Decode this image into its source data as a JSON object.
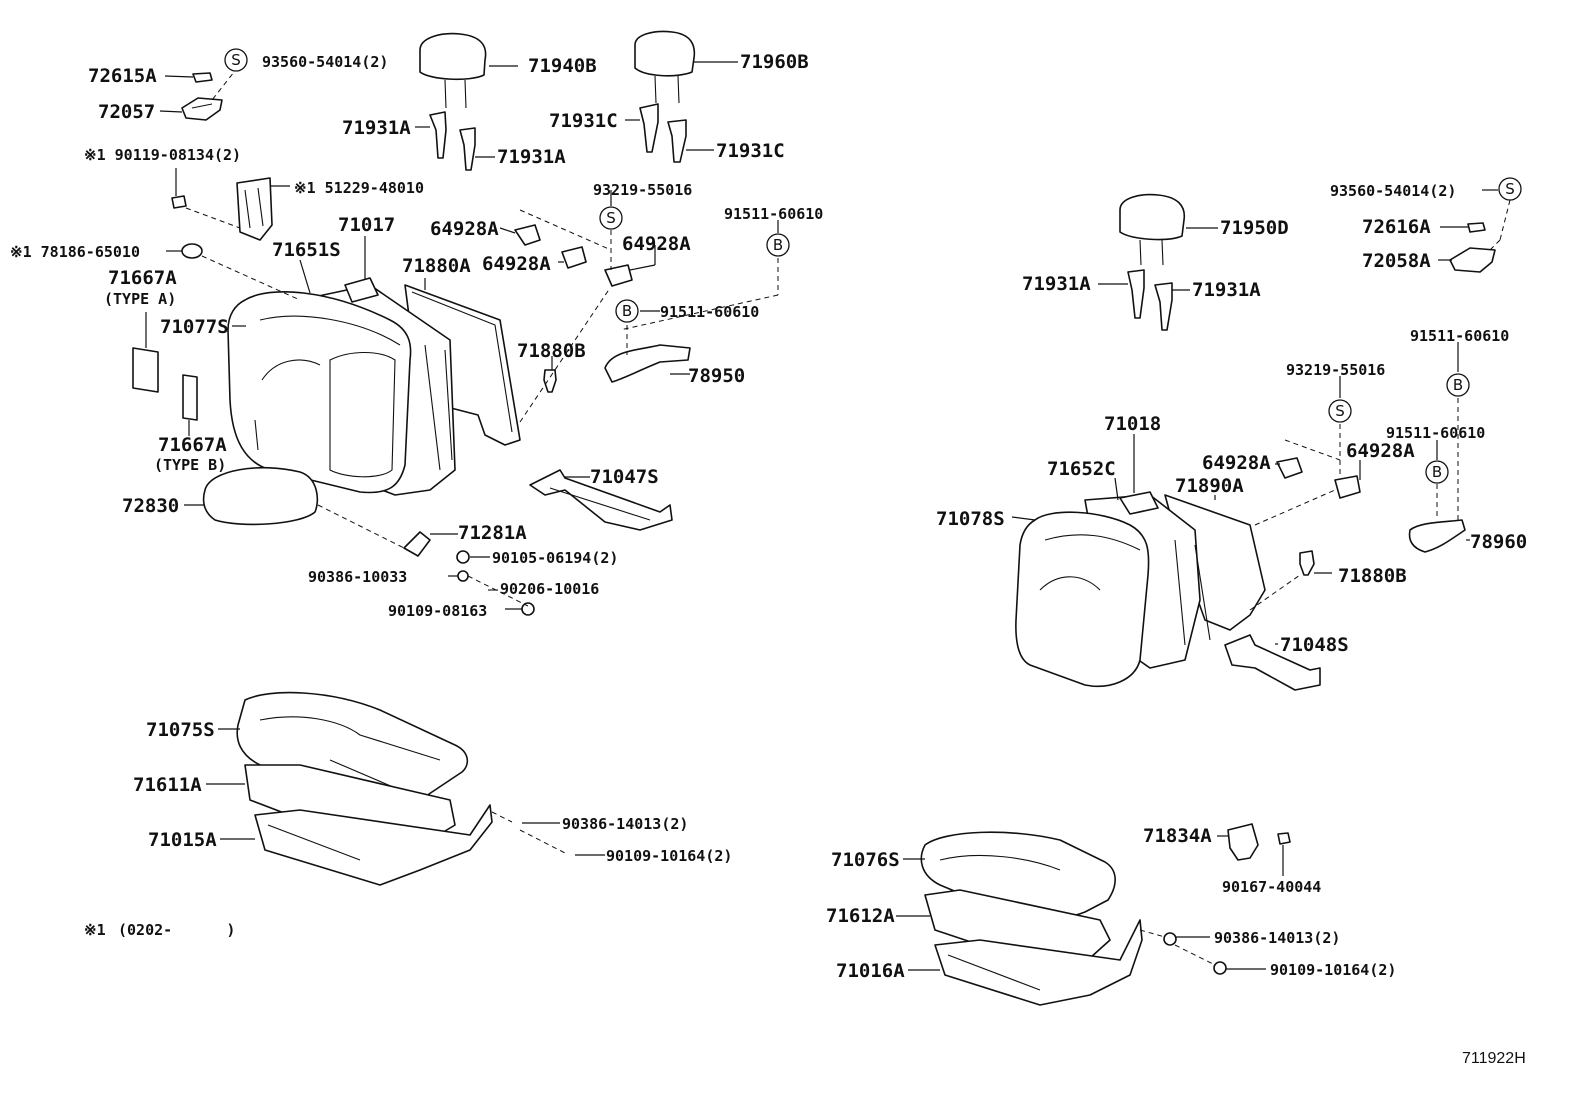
{
  "diagram_code": "711922H",
  "footnote": {
    "mark": "※1",
    "range": "(0202-      )"
  },
  "callout_letters": {
    "s": "S",
    "b": "B"
  },
  "labels": {
    "l72615A": "72615A",
    "l93560L": "93560-54014(2)",
    "l72057": "72057",
    "l90119": "※1 90119-08134(2)",
    "l51229": "※1 51229-48010",
    "l78186": "※1 78186-65010",
    "l71667A_a": "71667A",
    "typeA": "(TYPE A)",
    "l71667A_b": "71667A",
    "typeB": "(TYPE B)",
    "l71077S": "71077S",
    "l71651S": "71651S",
    "l71017": "71017",
    "l71940B": "71940B",
    "l71960B": "71960B",
    "l71931A_1": "71931A",
    "l71931A_2": "71931A",
    "l71931C_1": "71931C",
    "l71931C_2": "71931C",
    "l93219L": "93219-55016",
    "l91511L1": "91511-60610",
    "l64928A_1": "64928A",
    "l64928A_2": "64928A",
    "l64928A_3": "64928A",
    "l71880A": "71880A",
    "l91511L2": "91511-60610",
    "l71880B_L": "71880B",
    "l78950": "78950",
    "l72830": "72830",
    "l71047S": "71047S",
    "l71281A": "71281A",
    "l90105": "90105-06194(2)",
    "l90386_10033": "90386-10033",
    "l90206": "90206-10016",
    "l90109_08163": "90109-08163",
    "l71075S": "71075S",
    "l71611A": "71611A",
    "l71015A": "71015A",
    "l90386_14013_L": "90386-14013(2)",
    "l90109_10164_L": "90109-10164(2)",
    "l93560R": "93560-54014(2)",
    "l72616A": "72616A",
    "l72058A": "72058A",
    "l71950D": "71950D",
    "l71931A_3": "71931A",
    "l71931A_4": "71931A",
    "l91511R1": "91511-60610",
    "l93219R": "93219-55016",
    "l91511R2": "91511-60610",
    "l71018": "71018",
    "l71652C": "71652C",
    "l64928A_4": "64928A",
    "l64928A_5": "64928A",
    "l71890A": "71890A",
    "l71078S": "71078S",
    "l78960": "78960",
    "l71880B_R": "71880B",
    "l71048S": "71048S",
    "l71834A": "71834A",
    "l90167": "90167-40044",
    "l71076S": "71076S",
    "l71612A": "71612A",
    "l71016A": "71016A",
    "l90386_14013_R": "90386-14013(2)",
    "l90109_10164_R": "90109-10164(2)"
  }
}
